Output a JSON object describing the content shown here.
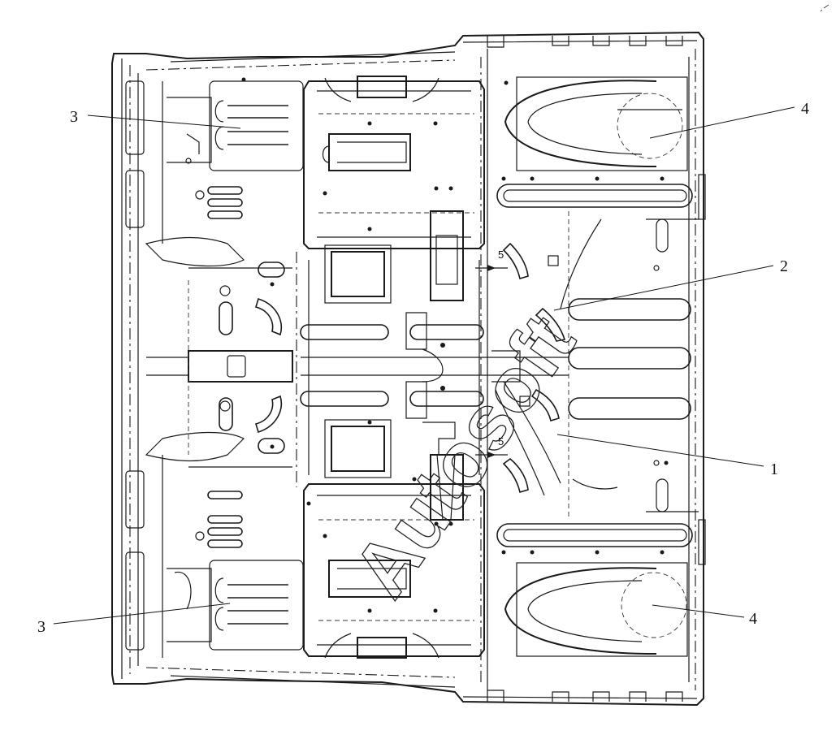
{
  "diagram": {
    "callouts": [
      {
        "id": "c1",
        "text": "1"
      },
      {
        "id": "c2",
        "text": "2"
      },
      {
        "id": "c3-top",
        "text": "3"
      },
      {
        "id": "c3-bottom",
        "text": "3"
      },
      {
        "id": "c4-top",
        "text": "4"
      },
      {
        "id": "c4-bottom",
        "text": "4"
      }
    ],
    "section_marks": [
      {
        "id": "s5-upper",
        "text": "5"
      },
      {
        "id": "s5-lower",
        "text": "5"
      }
    ],
    "watermark": "Autosoft"
  },
  "colors": {
    "line": "#1a1a1a",
    "background": "#ffffff"
  }
}
